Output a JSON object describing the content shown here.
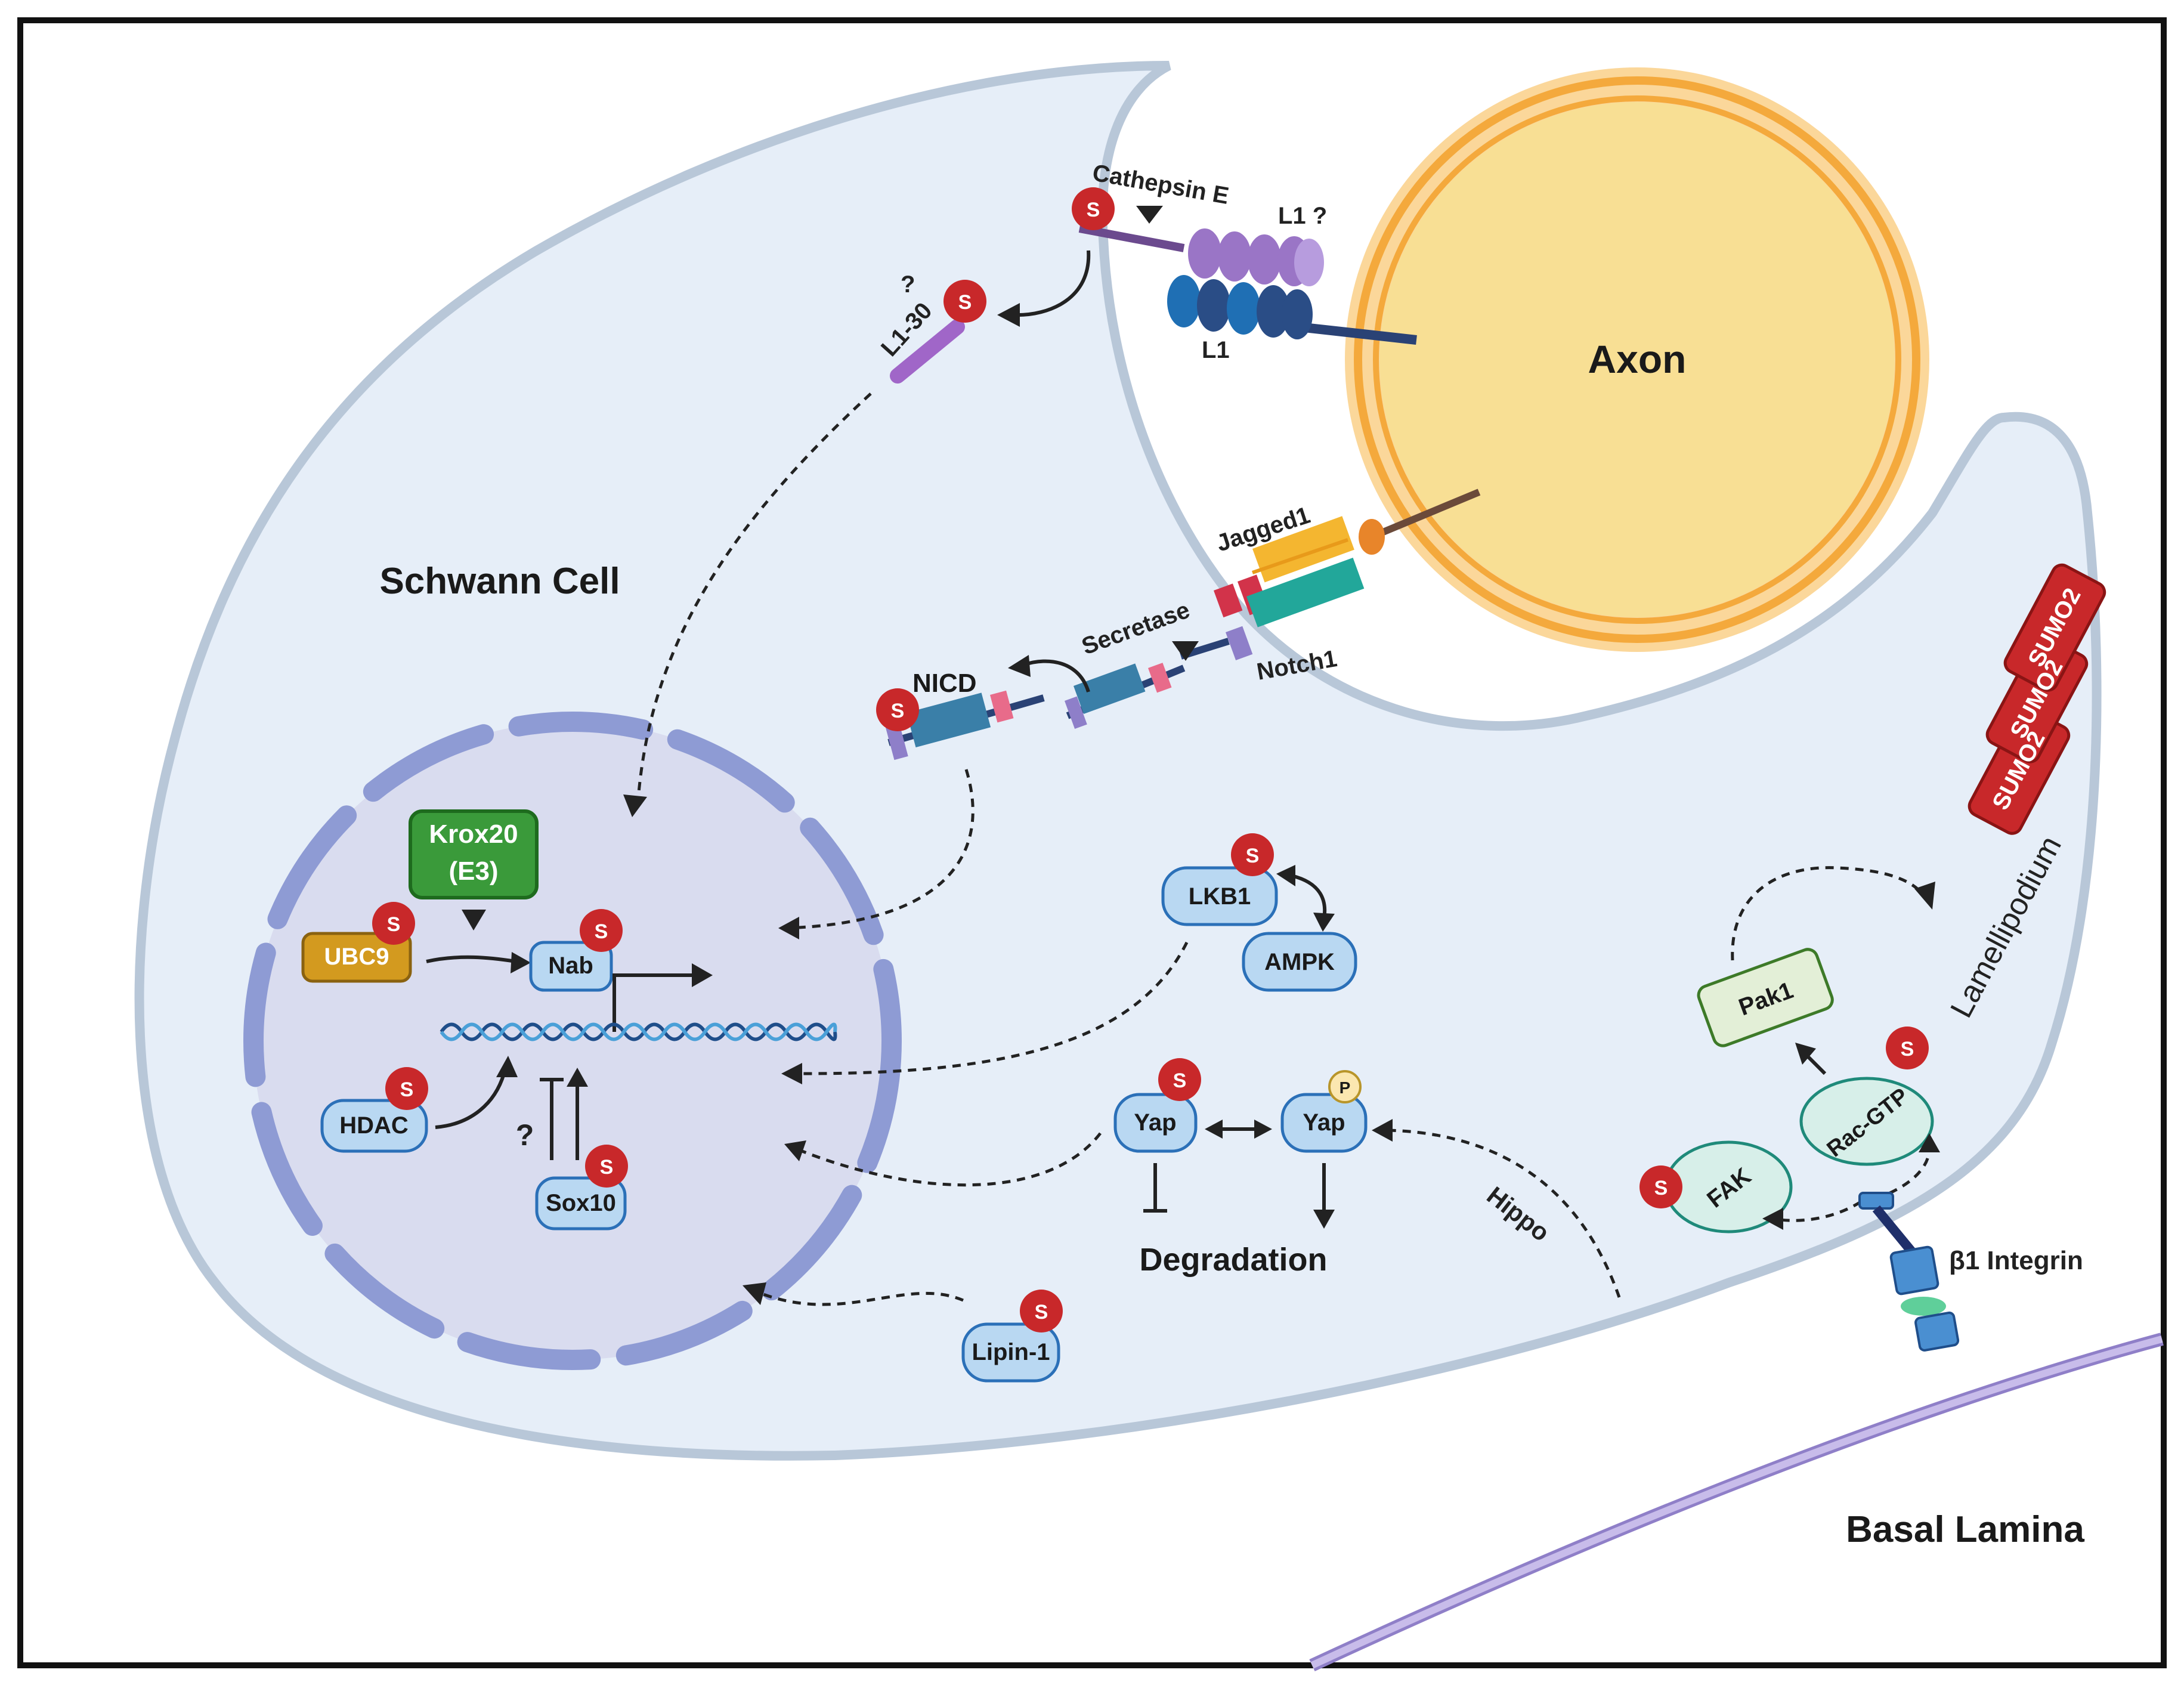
{
  "labels": {
    "schwann_cell": "Schwann Cell",
    "axon": "Axon",
    "basal_lamina": "Basal Lamina",
    "lamellipodium": "Lamellipodium",
    "degradation": "Degradation",
    "hippo": "Hippo",
    "cathepsin_e": "Cathepsin E",
    "l1_q": "L1 ?",
    "l1": "L1",
    "l1_30": "L1-30",
    "question": "?",
    "jagged1": "Jagged1",
    "secretase": "Secretase",
    "notch1": "Notch1",
    "nicd": "NICD",
    "b1_integrin": "β1 Integrin"
  },
  "proteins": {
    "krox20_line1": "Krox20",
    "krox20_line2": "(E3)",
    "ubc9": "UBC9",
    "nab": "Nab",
    "hdac": "HDAC",
    "sox10": "Sox10",
    "lkb1": "LKB1",
    "ampk": "AMPK",
    "yap": "Yap",
    "yap_p": "Yap",
    "lipin1": "Lipin-1",
    "pak1": "Pak1",
    "rac_gtp": "Rac-GTP",
    "fak": "FAK",
    "sumo2_a": "SUMO2",
    "sumo2_b": "SUMO2",
    "sumo2_c": "SUMO2"
  },
  "markers": {
    "sumo": "S",
    "phospho": "P"
  },
  "colors": {
    "cell_fill": "#e6eef8",
    "cell_stroke": "#b8c7d8",
    "nucleus_fill": "#d9dcef",
    "nucleus_stroke": "#8e9bd4",
    "axon_fill": "#f8df94",
    "axon_ring": "#f4b04a",
    "sumo_red": "#c8282a",
    "protein_fill": "#b9d8f2",
    "protein_stroke": "#2b70b8",
    "krox_green": "#3a9a3a",
    "ubc9_gold": "#d39a1f",
    "lamina_purple": "#b7a5e0"
  }
}
